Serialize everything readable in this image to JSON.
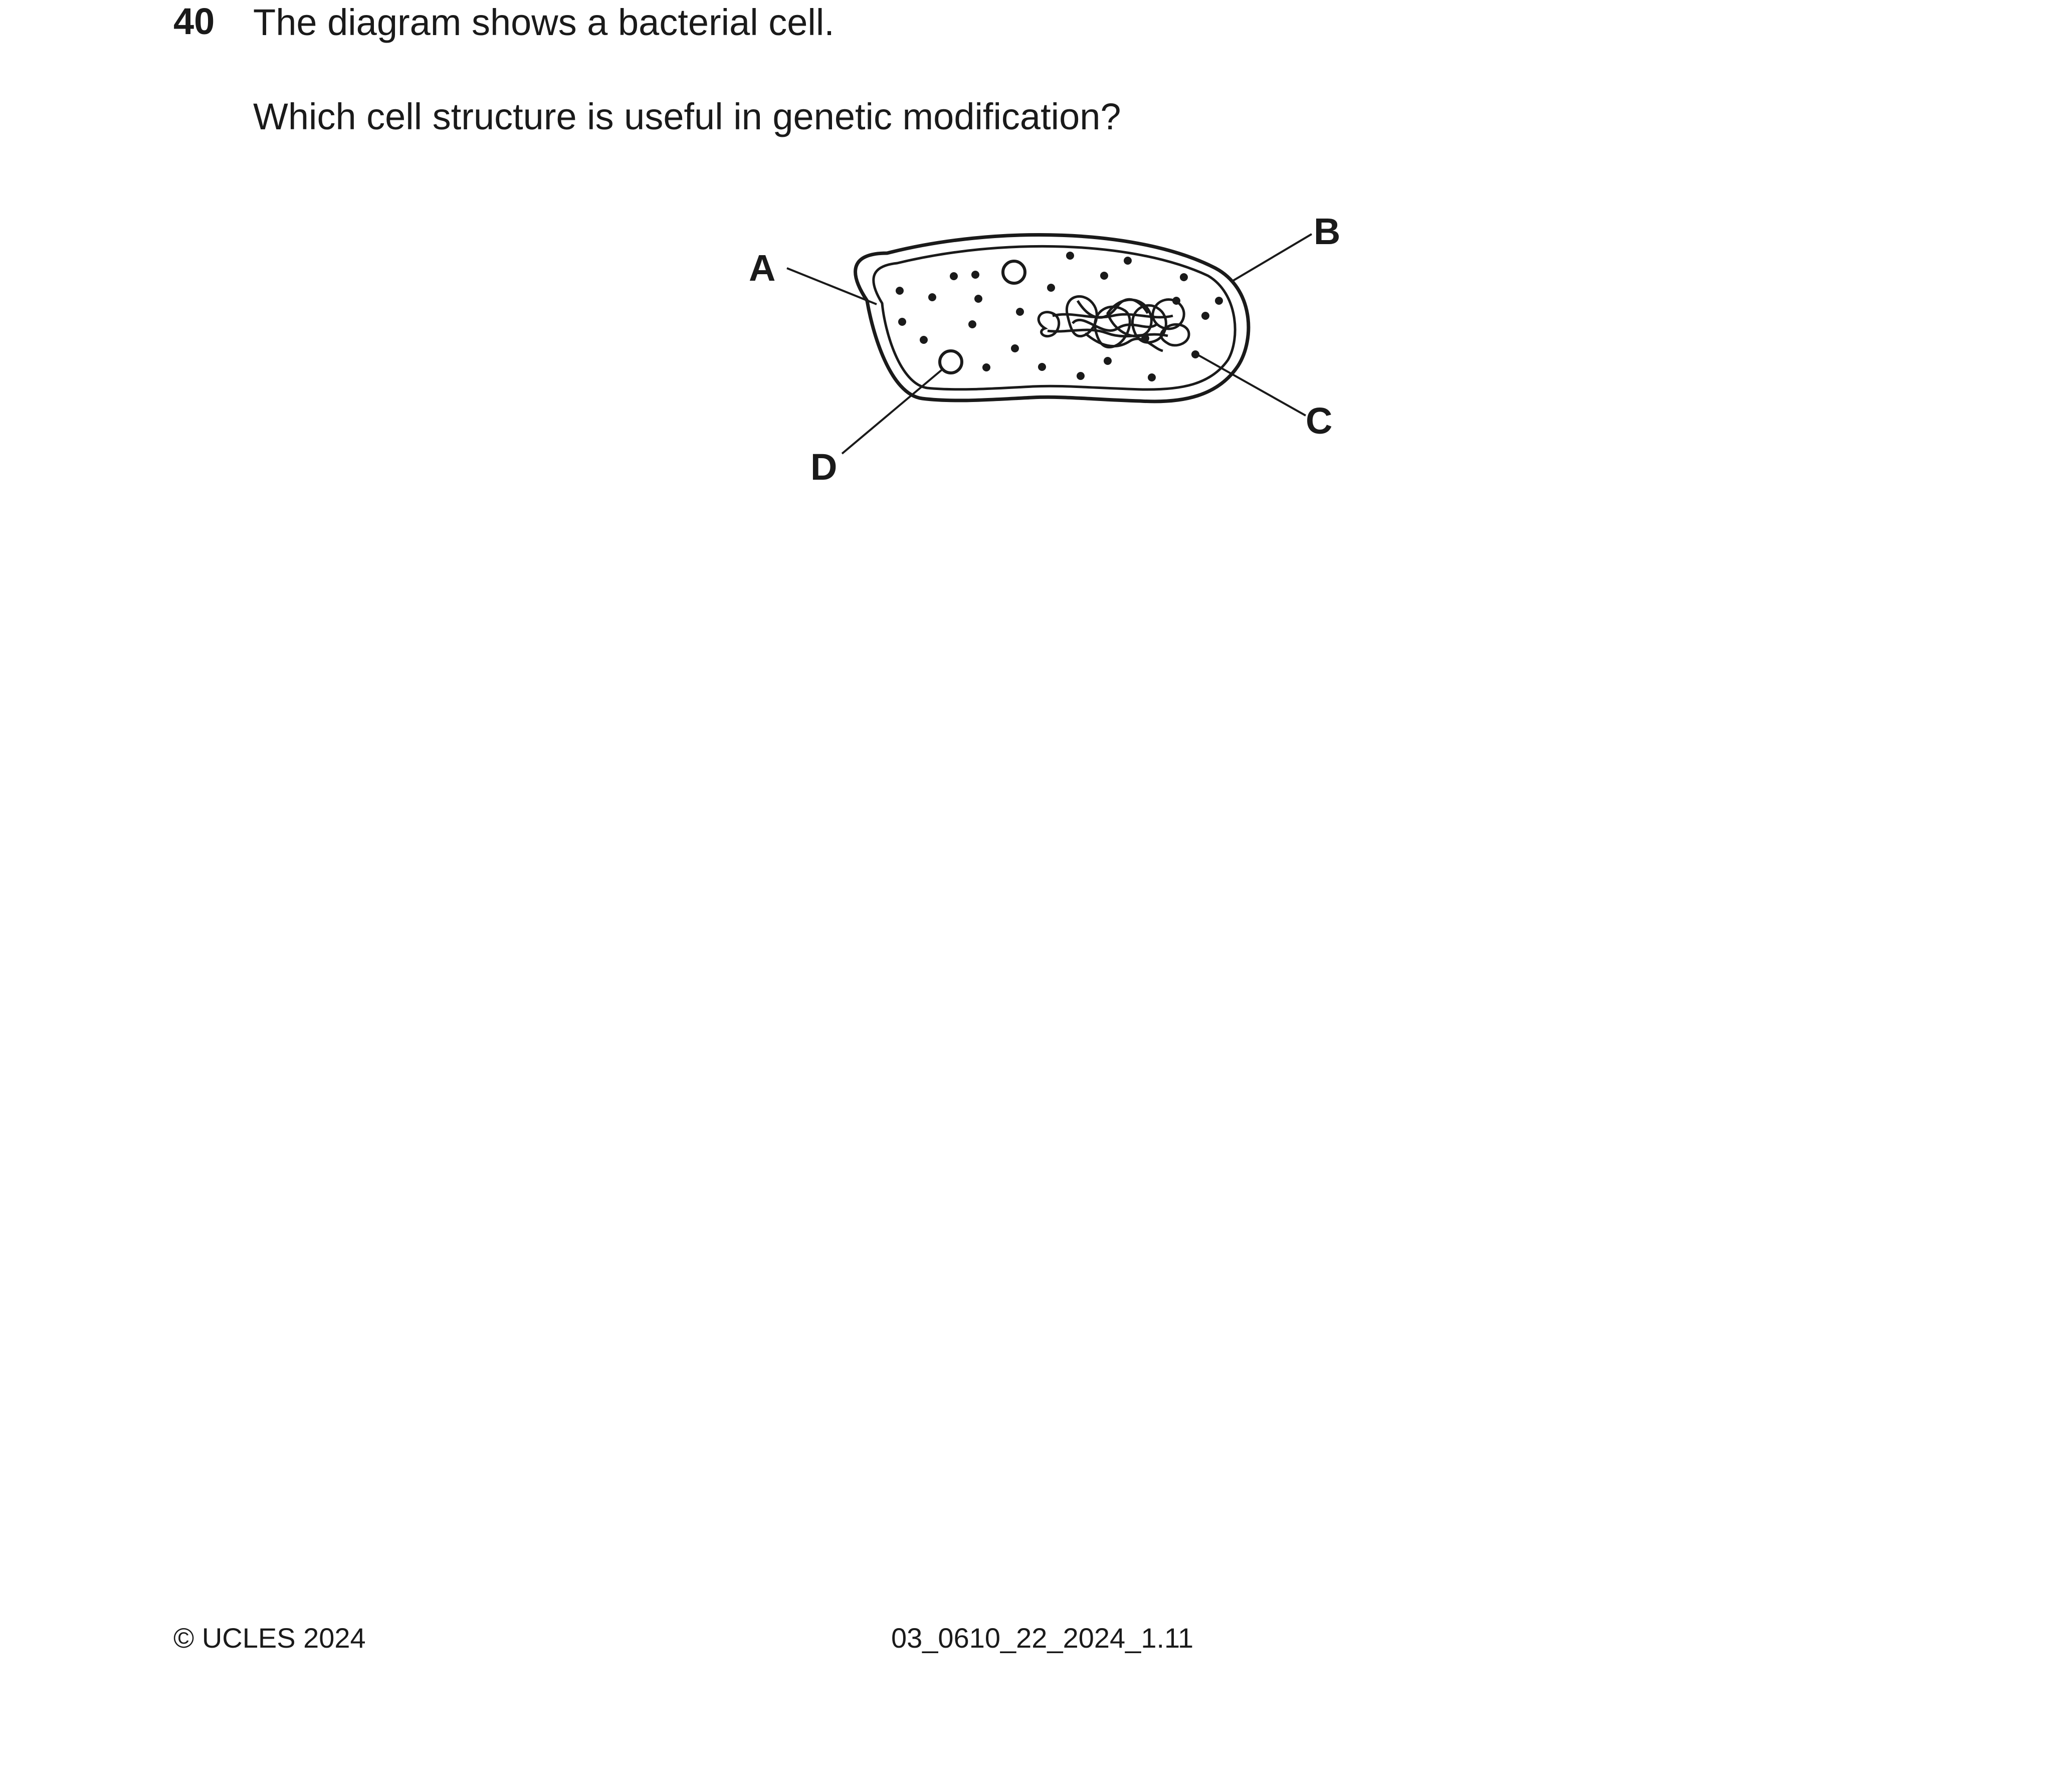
{
  "question": {
    "number": "40",
    "intro": "The diagram shows a bacterial cell.",
    "prompt": "Which cell structure is useful in genetic modification?"
  },
  "diagram": {
    "labels": {
      "a": "A",
      "b": "B",
      "c": "C",
      "d": "D"
    }
  },
  "footer": {
    "copyright": "© UCLES 2024",
    "code": "03_0610_22_2024_1.11"
  }
}
